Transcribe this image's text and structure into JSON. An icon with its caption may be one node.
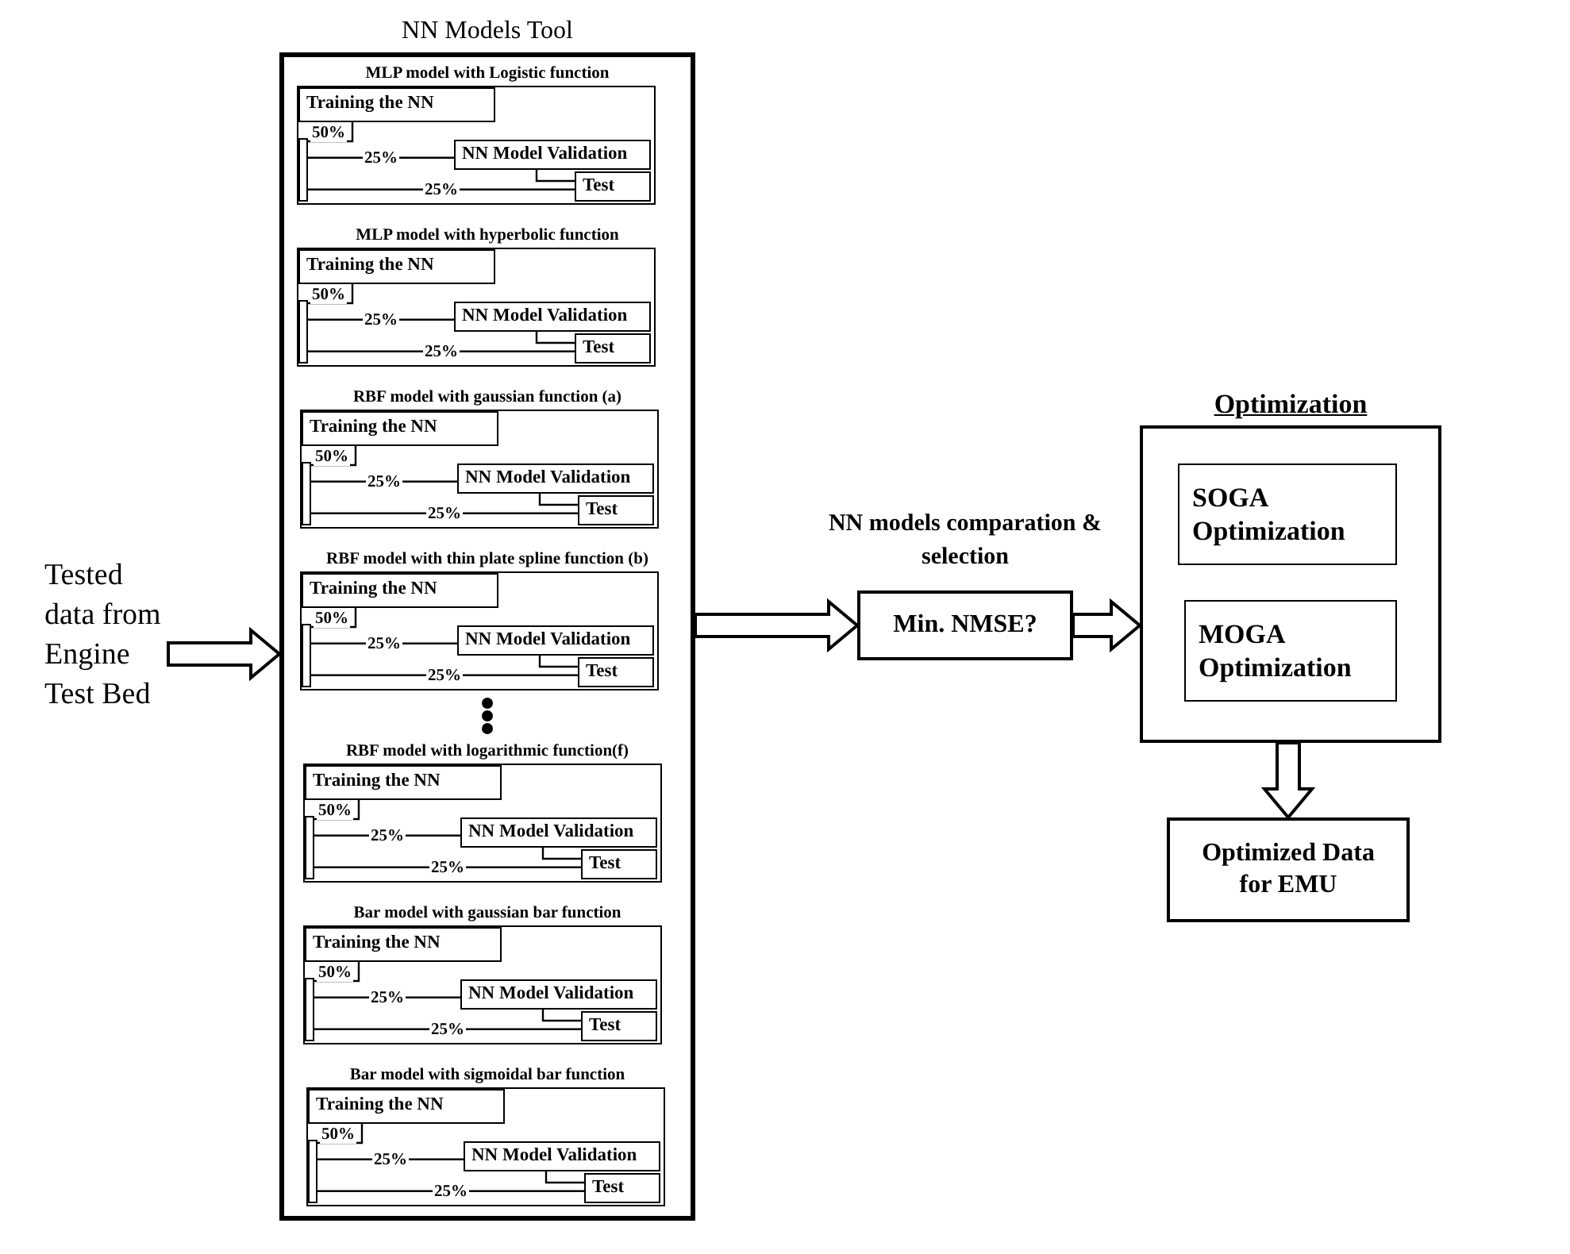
{
  "diagram": {
    "nodes": [
      {
        "text": [
          "NN Models Tool"
        ]
      },
      {
        "text": [
          "MLP model with Logistic function"
        ],
        "in": 0
      },
      {
        "text": [
          "Training the NN"
        ],
        "in": 1
      },
      {
        "text": [
          "NN Model Validation"
        ],
        "in": 1
      },
      {
        "text": [
          "Test"
        ],
        "in": 1
      },
      {
        "text": [],
        "shape": "bar",
        "in": 1
      },
      {
        "text": [
          "MLP model with hyperbolic function"
        ],
        "in": 0
      },
      {
        "text": [
          "Training the NN"
        ],
        "in": 6
      },
      {
        "text": [
          "NN Model Validation"
        ],
        "in": 6
      },
      {
        "text": [
          "Test"
        ],
        "in": 6
      },
      {
        "text": [],
        "shape": "bar",
        "in": 6
      },
      {
        "text": [
          "RBF model with gaussian function (a)"
        ],
        "in": 0
      },
      {
        "text": [
          "Training the NN"
        ],
        "in": 11
      },
      {
        "text": [
          "NN Model Validation"
        ],
        "in": 11
      },
      {
        "text": [
          "Test"
        ],
        "in": 11
      },
      {
        "text": [],
        "shape": "bar",
        "in": 11
      },
      {
        "text": [
          "RBF model with thin plate spline function (b)"
        ],
        "in": 0
      },
      {
        "text": [
          "Training the NN"
        ],
        "in": 16
      },
      {
        "text": [
          "NN Model Validation"
        ],
        "in": 16
      },
      {
        "text": [
          "Test"
        ],
        "in": 16
      },
      {
        "text": [],
        "shape": "bar",
        "in": 16
      },
      {
        "text": [
          "RBF model with logarithmic function(f)"
        ],
        "in": 0
      },
      {
        "text": [
          "Training the NN"
        ],
        "in": 21
      },
      {
        "text": [
          "NN Model Validation"
        ],
        "in": 21
      },
      {
        "text": [
          "Test"
        ],
        "in": 21
      },
      {
        "text": [],
        "shape": "bar",
        "in": 21
      },
      {
        "text": [
          "Bar model with gaussian bar function"
        ],
        "in": 0
      },
      {
        "text": [
          "Training the NN"
        ],
        "in": 26
      },
      {
        "text": [
          "NN Model Validation"
        ],
        "in": 26
      },
      {
        "text": [
          "Test"
        ],
        "in": 26
      },
      {
        "text": [],
        "shape": "bar",
        "in": 26
      },
      {
        "text": [
          "Bar model with sigmoidal bar function"
        ],
        "in": 0
      },
      {
        "text": [
          "Training the NN"
        ],
        "in": 31
      },
      {
        "text": [
          "NN Model Validation"
        ],
        "in": 31
      },
      {
        "text": [
          "Test"
        ],
        "in": 31
      },
      {
        "text": [],
        "shape": "bar",
        "in": 31
      },
      {
        "text": [
          "Tested data from Engine Test Bed"
        ]
      },
      {
        "text": [
          "Min. NMSE?"
        ],
        "beside": [
          "NN models comparation & selection"
        ]
      },
      {
        "text": [
          "Optimization"
        ]
      },
      {
        "text": [
          "SOGA Optimization"
        ],
        "in": 38
      },
      {
        "text": [
          "MOGA Optimization"
        ],
        "in": 38
      },
      {
        "text": [
          "Optimized Data for EMU"
        ]
      }
    ],
    "edges": [
      {
        "from": 36,
        "to": 0,
        "arrow": "to",
        "style": "thick"
      },
      {
        "from": 5,
        "to": 2,
        "arrow": "none",
        "label": "50%"
      },
      {
        "from": 5,
        "to": 3,
        "arrow": "none",
        "label": "25%"
      },
      {
        "from": 5,
        "to": 4,
        "arrow": "none",
        "label": "25%"
      },
      {
        "from": 3,
        "to": 4,
        "arrow": "none"
      },
      {
        "from": 10,
        "to": 7,
        "arrow": "none",
        "label": "50%"
      },
      {
        "from": 10,
        "to": 8,
        "arrow": "none",
        "label": "25%"
      },
      {
        "from": 10,
        "to": 9,
        "arrow": "none",
        "label": "25%"
      },
      {
        "from": 8,
        "to": 9,
        "arrow": "none"
      },
      {
        "from": 15,
        "to": 12,
        "arrow": "none",
        "label": "50%"
      },
      {
        "from": 15,
        "to": 13,
        "arrow": "none",
        "label": "25%"
      },
      {
        "from": 15,
        "to": 14,
        "arrow": "none",
        "label": "25%"
      },
      {
        "from": 13,
        "to": 14,
        "arrow": "none"
      },
      {
        "from": 20,
        "to": 17,
        "arrow": "none",
        "label": "50%"
      },
      {
        "from": 20,
        "to": 18,
        "arrow": "none",
        "label": "25%"
      },
      {
        "from": 20,
        "to": 19,
        "arrow": "none",
        "label": "25%"
      },
      {
        "from": 18,
        "to": 19,
        "arrow": "none"
      },
      {
        "from": 25,
        "to": 22,
        "arrow": "none",
        "label": "50%"
      },
      {
        "from": 25,
        "to": 23,
        "arrow": "none",
        "label": "25%"
      },
      {
        "from": 25,
        "to": 24,
        "arrow": "none",
        "label": "25%"
      },
      {
        "from": 23,
        "to": 24,
        "arrow": "none"
      },
      {
        "from": 30,
        "to": 27,
        "arrow": "none",
        "label": "50%"
      },
      {
        "from": 30,
        "to": 28,
        "arrow": "none",
        "label": "25%"
      },
      {
        "from": 30,
        "to": 29,
        "arrow": "none",
        "label": "25%"
      },
      {
        "from": 28,
        "to": 29,
        "arrow": "none"
      },
      {
        "from": 35,
        "to": 32,
        "arrow": "none",
        "label": "50%"
      },
      {
        "from": 35,
        "to": 33,
        "arrow": "none",
        "label": "25%"
      },
      {
        "from": 35,
        "to": 34,
        "arrow": "none",
        "label": "25%"
      },
      {
        "from": 33,
        "to": 34,
        "arrow": "none"
      },
      {
        "from": 0,
        "to": 37,
        "arrow": "to",
        "style": "thick"
      },
      {
        "from": 37,
        "to": 38,
        "arrow": "to",
        "style": "thick"
      },
      {
        "from": 38,
        "to": 41,
        "arrow": "to",
        "style": "thick"
      }
    ]
  }
}
